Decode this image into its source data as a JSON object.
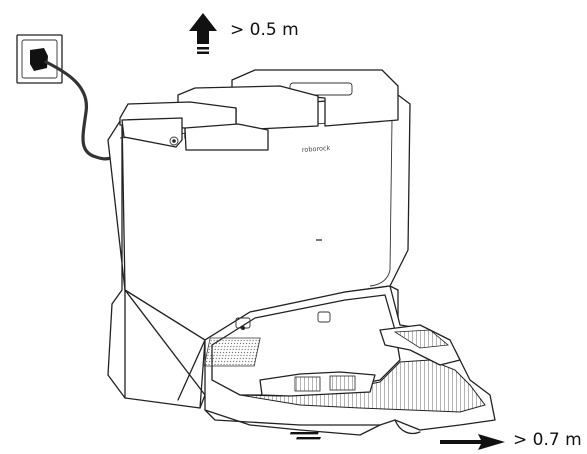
{
  "figure": {
    "clearance_top": "> 0.5 m",
    "clearance_front": "> 0.7 m",
    "brand_mark": "roborock"
  },
  "icons": {
    "top_arrow": "arrow-up-icon",
    "front_arrow": "arrow-forward-icon",
    "outlet": "power-outlet-icon"
  },
  "colors": {
    "line": "#222222",
    "arrow": "#111111",
    "cable": "#333333"
  }
}
